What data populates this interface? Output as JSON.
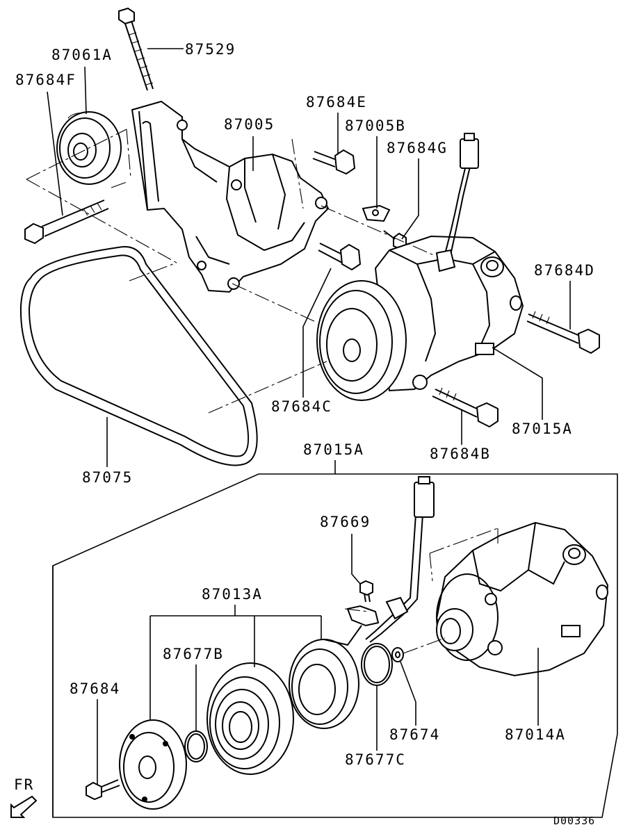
{
  "labels": {
    "p87529": "87529",
    "p87061A": "87061A",
    "p87684F": "87684F",
    "p87005": "87005",
    "p87684E": "87684E",
    "p87005B": "87005B",
    "p87684G": "87684G",
    "p87684D": "87684D",
    "p87684C": "87684C",
    "p87015A_top": "87015A",
    "p87684B": "87684B",
    "p87075": "87075",
    "p87015A_box": "87015A",
    "p87669": "87669",
    "p87013A": "87013A",
    "p87677B": "87677B",
    "p87684": "87684",
    "p87674": "87674",
    "p87014A": "87014A",
    "p87677C": "87677C"
  },
  "direction_marker": "FR",
  "diagram_code": "D00336"
}
